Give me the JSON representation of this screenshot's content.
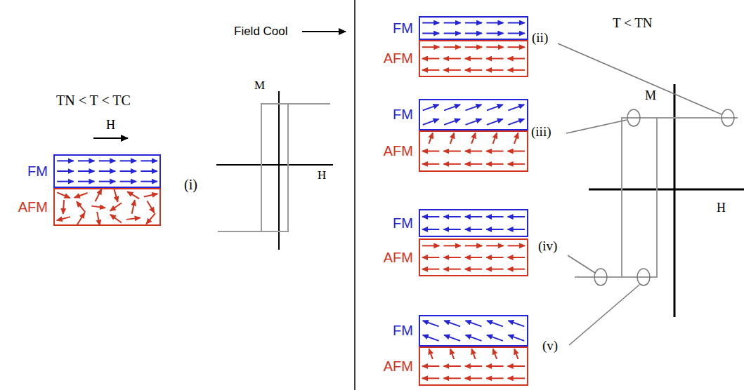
{
  "diagram": {
    "nodes": [
      {
        "text": [
          "FM"
        ]
      },
      {
        "text": [
          "AFM"
        ]
      },
      {
        "text": [
          "FM"
        ]
      },
      {
        "text": [
          "AFM"
        ]
      },
      {
        "text": [
          "FM"
        ]
      },
      {
        "text": [
          "AFM"
        ]
      },
      {
        "text": [
          "FM"
        ]
      },
      {
        "text": [
          "AFM"
        ]
      },
      {
        "text": [
          "FM"
        ]
      },
      {
        "text": [
          "AFM"
        ]
      }
    ],
    "labels": [
      "TN < T < TC",
      "H",
      "(i)",
      "M",
      "H",
      "Field Cool",
      "T < TN",
      "(ii)",
      "(iii)",
      "(iv)",
      "(v)",
      "M",
      "H"
    ]
  }
}
